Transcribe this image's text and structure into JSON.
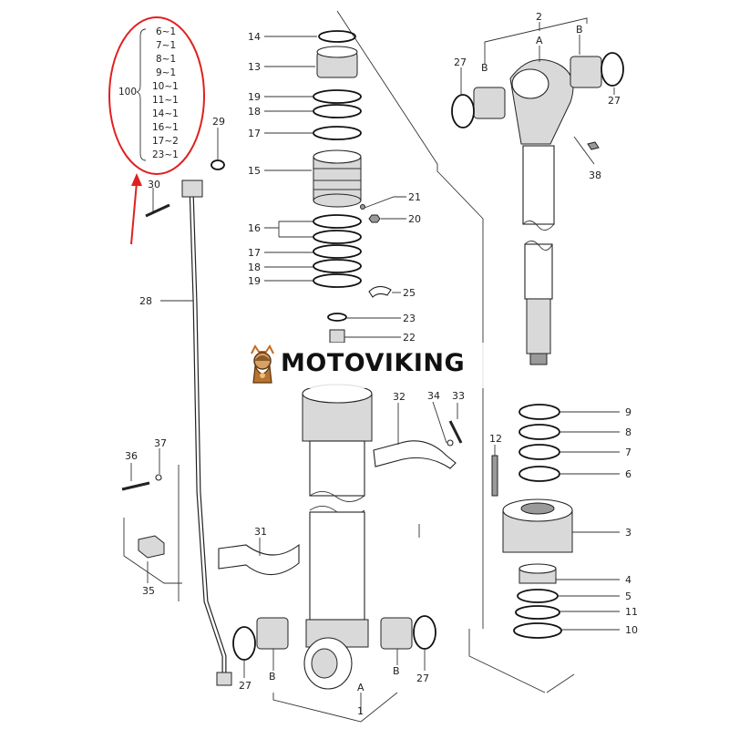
{
  "kit": {
    "label": "100",
    "items": [
      "6~1",
      "7~1",
      "8~1",
      "9~1",
      "10~1",
      "11~1",
      "14~1",
      "16~1",
      "17~2",
      "23~1"
    ]
  },
  "labels": {
    "p1": "1",
    "p2": "2",
    "p3": "3",
    "p4": "4",
    "p5": "5",
    "p6": "6",
    "p7": "7",
    "p8": "8",
    "p9": "9",
    "p10": "10",
    "p11": "11",
    "p12": "12",
    "p13": "13",
    "p14": "14",
    "p15": "15",
    "p16": "16",
    "p17a": "17",
    "p17b": "17",
    "p18a": "18",
    "p18b": "18",
    "p19a": "19",
    "p19b": "19",
    "p20": "20",
    "p21": "21",
    "p22": "22",
    "p23": "23",
    "p25": "25",
    "p27a": "27",
    "p27b": "27",
    "p27c": "27",
    "p27d": "27",
    "p28": "28",
    "p29": "29",
    "p30": "30",
    "p31": "31",
    "p32": "32",
    "p33": "33",
    "p34": "34",
    "p35": "35",
    "p36": "36",
    "p37": "37",
    "p38": "38",
    "A1": "A",
    "A2": "A",
    "B1": "B",
    "B2": "B",
    "B3": "B",
    "B4": "B"
  },
  "banner": {
    "text": "MOTOVIKING"
  },
  "colors": {
    "highlight": "#e02020",
    "line": "#333333"
  }
}
